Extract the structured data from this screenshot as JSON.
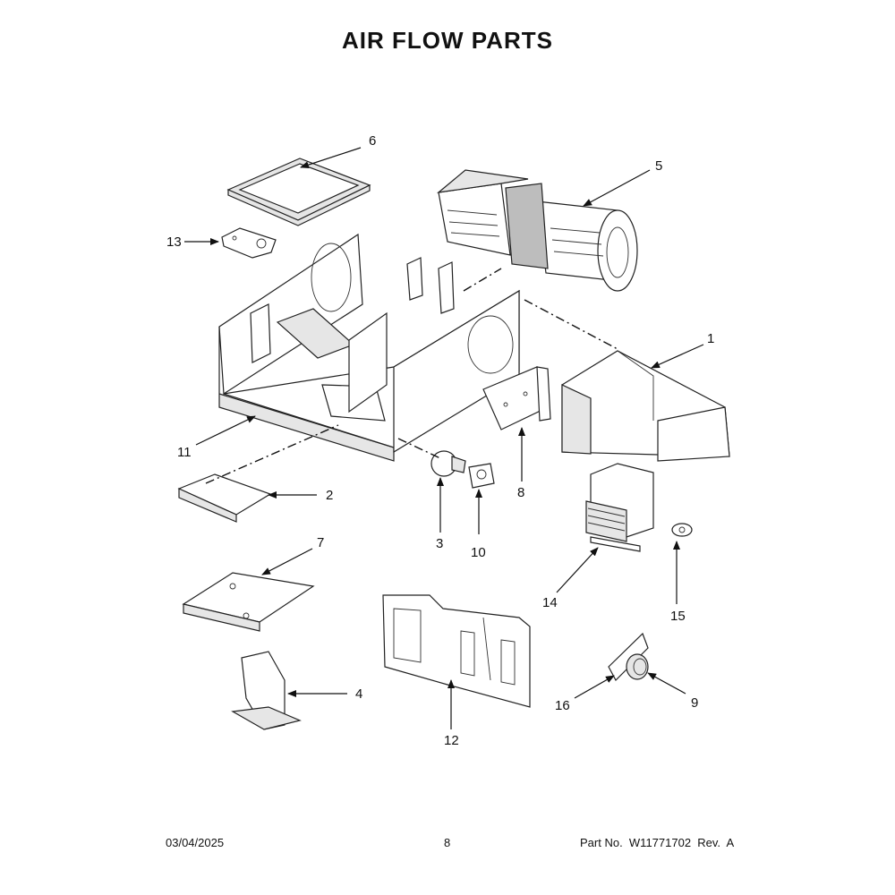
{
  "title": "AIR FLOW PARTS",
  "footer": {
    "date": "03/04/2025",
    "page": "8",
    "part_no": "Part No.  W11771702  Rev.  A"
  },
  "callouts": [
    "1",
    "2",
    "3",
    "4",
    "5",
    "6",
    "7",
    "8",
    "9",
    "10",
    "11",
    "12",
    "13",
    "14",
    "15",
    "16"
  ]
}
